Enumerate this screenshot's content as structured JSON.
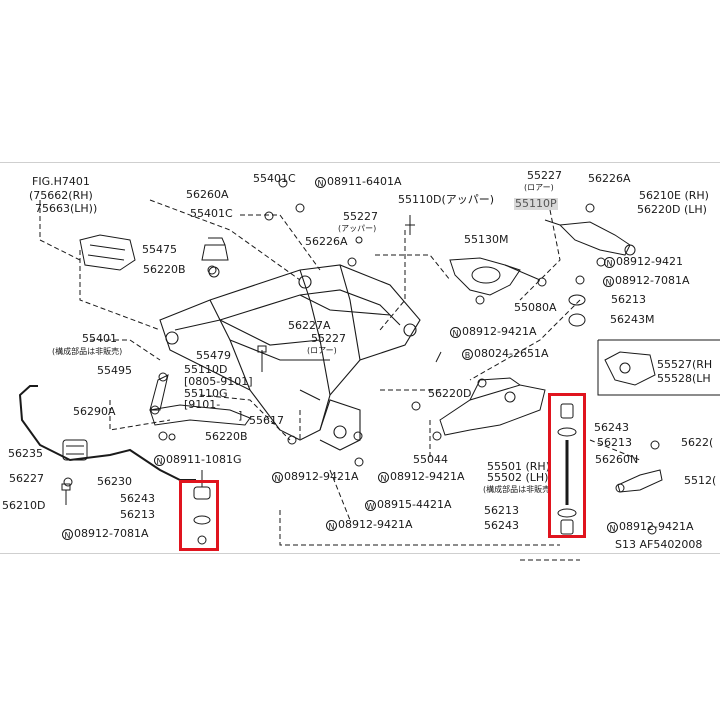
{
  "ref": {
    "fig": "FIG.H7401",
    "rh": "(75662(RH)",
    "lh": "75663(LH))"
  },
  "parts": {
    "p55401C_top": "55401C",
    "p08911_6401A": "08911-6401A",
    "p56260A": "56260A",
    "p55401C_mid": "55401C",
    "p55227_top": "55227",
    "p55227_top_sub": "(アッパー)",
    "p55110D_top": "55110D(アッパー)",
    "p55227_right": "55227",
    "p55227_right_sub": "(ロアー)",
    "p56226A_right": "56226A",
    "p55110P": "55110P",
    "p56210E": "56210E (RH)",
    "p56220D": "56220D (LH)",
    "p55475": "55475",
    "p56226A_mid": "56226A",
    "p55130M": "55130M",
    "p08912_9421_tr": "08912-9421",
    "p56220B_top": "56220B",
    "p08912_7081A_r": "08912-7081A",
    "p55080A": "55080A",
    "p56213_r1": "56213",
    "p55401": "55401",
    "p55401_sub": "(構成部品は非販売)",
    "p56227A": "56227A",
    "p55227_low": "55227",
    "p55227_low_sub": "(ロアー)",
    "p08912_9421A_m": "08912-9421A",
    "p56243M": "56243M",
    "p55527": "55527(RH",
    "p55528": "55528(LH",
    "p55479": "55479",
    "p08024_2651A": "08024-2651A",
    "p55495": "55495",
    "p55110D_mid": "55110D",
    "p08805_9101": "[0805-9101]",
    "p55110G": "55110G",
    "p9101": "[9101-",
    "p9101_end": "]",
    "p56220D_mid": "56220D",
    "p56290A": "56290A",
    "p55617": "55617",
    "p56243_r": "56243",
    "p56220B_low": "56220B",
    "p56213_r2": "56213",
    "p5622_r": "5622(",
    "p56235": "56235",
    "p08911_1081G": "08911-1081G",
    "p55044": "55044",
    "p56260N": "56260N",
    "p55501": "55501 (RH)",
    "p55502": "55502 (LH)",
    "p55502_sub": "(構成部品は非販売",
    "p5512_r": "5512(",
    "p56227": "56227",
    "p56230": "56230",
    "p08912_9421A_l": "08912-9421A",
    "p08912_9421A_c": "08912-9421A",
    "p56210D": "56210D",
    "p56243_l": "56243",
    "p08915_4421A": "08915-4421A",
    "p56213_l": "56213",
    "p56213_r3": "56213",
    "p08912_9421A_low": "08912-9421A",
    "p56243_r2": "56243",
    "p08912_9421A_rr": "08912-9421A",
    "p08912_7081A_l": "08912-7081A",
    "code": "S13  AF5402008"
  },
  "symbols": {
    "n": "N",
    "w": "W",
    "b": "B"
  },
  "colors": {
    "line": "#1a1a1a",
    "highlight_box": "#e0141e",
    "highlight_text_bg": "#d9d9d9"
  }
}
